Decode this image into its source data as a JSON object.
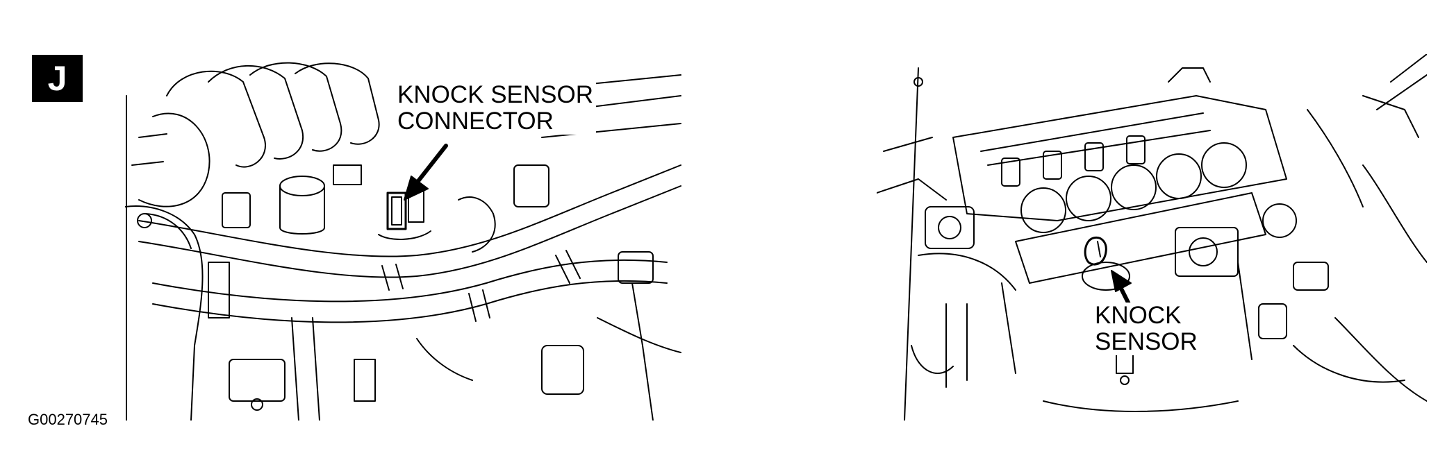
{
  "figure": {
    "panel_letter": "J",
    "figure_id": "G00270745",
    "colors": {
      "line": "#000000",
      "background": "#ffffff"
    }
  },
  "callouts": {
    "connector": {
      "line1": "KNOCK SENSOR",
      "line2": "CONNECTOR"
    },
    "sensor": {
      "line1": "KNOCK",
      "line2": "SENSOR"
    }
  }
}
